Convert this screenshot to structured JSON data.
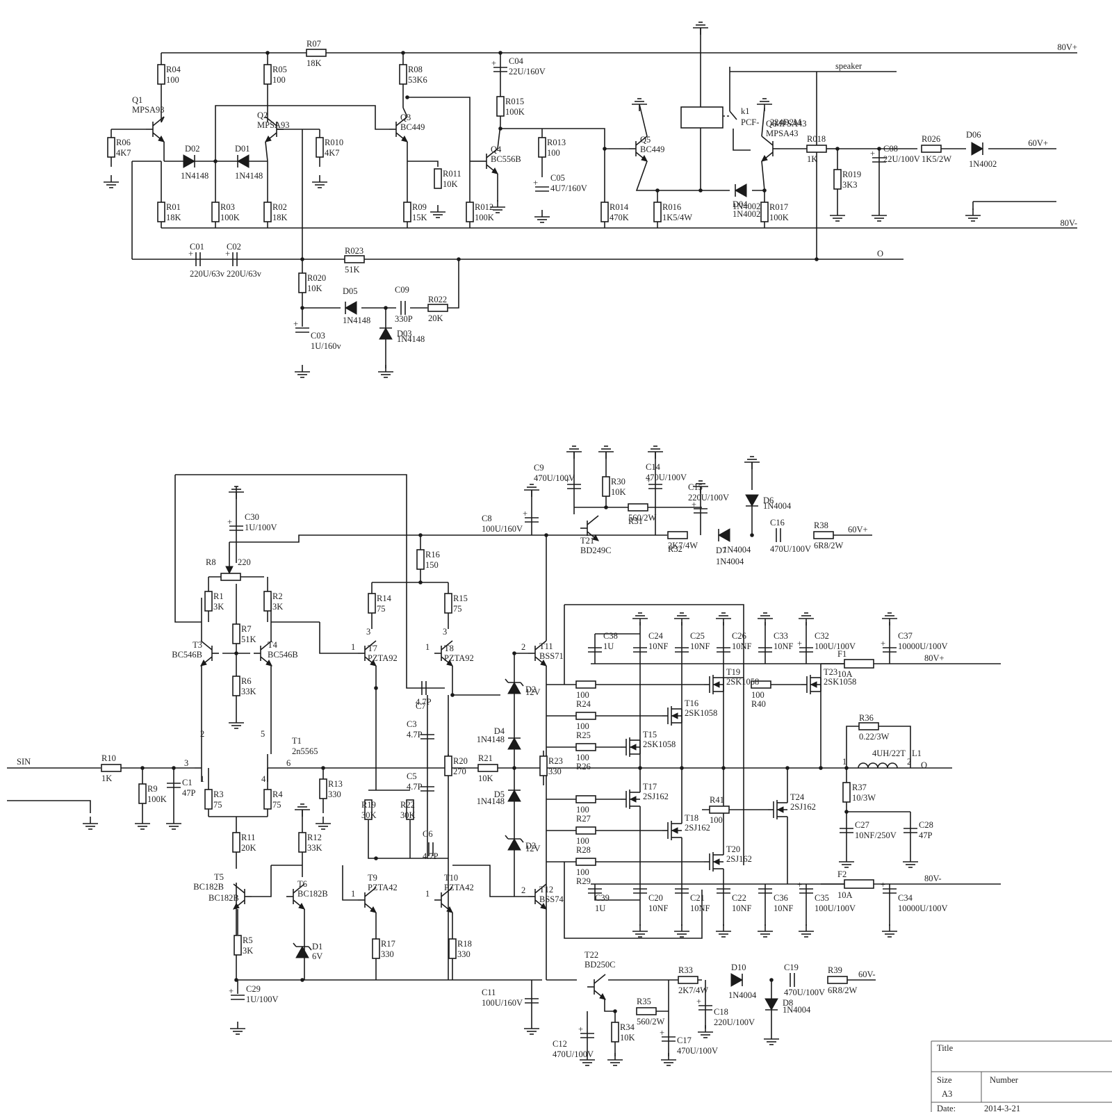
{
  "rails": {
    "top_pos": "80V+",
    "top_neg": "80V-",
    "top_60": "60V+",
    "top_out": "O",
    "speaker": "speaker",
    "bot_pos": "80V+",
    "bot_neg": "80V-",
    "bot_60p": "60V+",
    "bot_60n": "60V-",
    "sin": "SIN",
    "out": "O"
  },
  "title_block": {
    "title_label": "Title",
    "size_label": "Size",
    "size_value": "A3",
    "number_label": "Number",
    "date_label": "Date:",
    "date_value": "2014-3-21"
  },
  "relay": {
    "ref": "k1",
    "part": "PCF-",
    "part2": "224D2M"
  },
  "resistors": [
    {
      "ref": "R04",
      "val": "100"
    },
    {
      "ref": "R05",
      "val": "100"
    },
    {
      "ref": "R07",
      "val": "18K"
    },
    {
      "ref": "R08",
      "val": "53K6"
    },
    {
      "ref": "R06",
      "val": "4K7"
    },
    {
      "ref": "R010",
      "val": "4K7"
    },
    {
      "ref": "R015",
      "val": "100K"
    },
    {
      "ref": "R013",
      "val": "100"
    },
    {
      "ref": "R011",
      "val": "10K"
    },
    {
      "ref": "R01",
      "val": "18K"
    },
    {
      "ref": "R03",
      "val": "100K"
    },
    {
      "ref": "R02",
      "val": "18K"
    },
    {
      "ref": "R09",
      "val": "15K"
    },
    {
      "ref": "R012",
      "val": "100K"
    },
    {
      "ref": "R014",
      "val": "470K"
    },
    {
      "ref": "R016",
      "val": "1K5/4W"
    },
    {
      "ref": "R017",
      "val": "100K"
    },
    {
      "ref": "R018",
      "val": "1K"
    },
    {
      "ref": "R019",
      "val": "3K3"
    },
    {
      "ref": "R026",
      "val": "1K5/2W"
    },
    {
      "ref": "R023",
      "val": "51K"
    },
    {
      "ref": "R020",
      "val": "10K"
    },
    {
      "ref": "R022",
      "val": "20K"
    },
    {
      "ref": "R8",
      "val": "220"
    },
    {
      "ref": "R1",
      "val": "3K"
    },
    {
      "ref": "R2",
      "val": "3K"
    },
    {
      "ref": "R7",
      "val": "51K"
    },
    {
      "ref": "R6",
      "val": "33K"
    },
    {
      "ref": "R16",
      "val": "150"
    },
    {
      "ref": "R14",
      "val": "75"
    },
    {
      "ref": "R15",
      "val": "75"
    },
    {
      "ref": "R30",
      "val": "10K"
    },
    {
      "ref": "R31",
      "val": "560/2W"
    },
    {
      "ref": "R32",
      "val": "2K7/4W"
    },
    {
      "ref": "R38",
      "val": "6R8/2W"
    },
    {
      "ref": "R10",
      "val": "1K"
    },
    {
      "ref": "R9",
      "val": "100K"
    },
    {
      "ref": "R3",
      "val": "75"
    },
    {
      "ref": "R4",
      "val": "75"
    },
    {
      "ref": "R13",
      "val": "330"
    },
    {
      "ref": "R11",
      "val": "20K"
    },
    {
      "ref": "R12",
      "val": "33K"
    },
    {
      "ref": "R5",
      "val": "3K"
    },
    {
      "ref": "R19",
      "val": "30K"
    },
    {
      "ref": "R22",
      "val": "30K"
    },
    {
      "ref": "R20",
      "val": "270"
    },
    {
      "ref": "R21",
      "val": "10K"
    },
    {
      "ref": "R23",
      "val": "330"
    },
    {
      "ref": "R17",
      "val": "330"
    },
    {
      "ref": "R18",
      "val": "330"
    },
    {
      "ref": "R24",
      "val": "100"
    },
    {
      "ref": "R25",
      "val": "100"
    },
    {
      "ref": "R26",
      "val": "100"
    },
    {
      "ref": "R27",
      "val": "100"
    },
    {
      "ref": "R28",
      "val": "100"
    },
    {
      "ref": "R29",
      "val": "100"
    },
    {
      "ref": "R40",
      "val": "100"
    },
    {
      "ref": "R41",
      "val": "100"
    },
    {
      "ref": "R36",
      "val": "0.22/3W"
    },
    {
      "ref": "R37",
      "val": "10/3W"
    },
    {
      "ref": "R33",
      "val": "2K7/4W"
    },
    {
      "ref": "R35",
      "val": "560/2W"
    },
    {
      "ref": "R34",
      "val": "10K"
    },
    {
      "ref": "R39",
      "val": "6R8/2W"
    }
  ],
  "capacitors": [
    {
      "ref": "C04",
      "val": "22U/160V"
    },
    {
      "ref": "C05",
      "val": "4U7/160V"
    },
    {
      "ref": "C08",
      "val": "22U/100V"
    },
    {
      "ref": "C01",
      "val": "220U/63v"
    },
    {
      "ref": "C02",
      "val": "220U/63v"
    },
    {
      "ref": "C09",
      "val": "330P"
    },
    {
      "ref": "C03",
      "val": "1U/160v"
    },
    {
      "ref": "C30",
      "val": "1U/100V"
    },
    {
      "ref": "C9",
      "val": "470U/100V"
    },
    {
      "ref": "C14",
      "val": "470U/100V"
    },
    {
      "ref": "C8",
      "val": "100U/160V"
    },
    {
      "ref": "C15",
      "val": "220U/100V"
    },
    {
      "ref": "C16",
      "val": "470U/100V"
    },
    {
      "ref": "C1",
      "val": "47P"
    },
    {
      "ref": "C7",
      "val": "4.7P"
    },
    {
      "ref": "C3",
      "val": "4.7P"
    },
    {
      "ref": "C5",
      "val": "4.7P"
    },
    {
      "ref": "C6",
      "val": "4.7P"
    },
    {
      "ref": "C38",
      "val": "1U"
    },
    {
      "ref": "C24",
      "val": "10NF"
    },
    {
      "ref": "C25",
      "val": "10NF"
    },
    {
      "ref": "C26",
      "val": "10NF"
    },
    {
      "ref": "C33",
      "val": "10NF"
    },
    {
      "ref": "C32",
      "val": "100U/100V"
    },
    {
      "ref": "C37",
      "val": "10000U/100V"
    },
    {
      "ref": "C39",
      "val": "1U"
    },
    {
      "ref": "C20",
      "val": "10NF"
    },
    {
      "ref": "C21",
      "val": "10NF"
    },
    {
      "ref": "C22",
      "val": "10NF"
    },
    {
      "ref": "C36",
      "val": "10NF"
    },
    {
      "ref": "C35",
      "val": "100U/100V"
    },
    {
      "ref": "C34",
      "val": "10000U/100V"
    },
    {
      "ref": "C27",
      "val": "10NF/250V"
    },
    {
      "ref": "C28",
      "val": "47P"
    },
    {
      "ref": "C29",
      "val": "1U/100V"
    },
    {
      "ref": "C11",
      "val": "100U/160V"
    },
    {
      "ref": "C12",
      "val": "470U/100V"
    },
    {
      "ref": "C17",
      "val": "470U/100V"
    },
    {
      "ref": "C18",
      "val": "220U/100V"
    },
    {
      "ref": "C19",
      "val": "470U/100V"
    }
  ],
  "diodes": [
    {
      "ref": "D02",
      "val": "1N4148"
    },
    {
      "ref": "D01",
      "val": "1N4148"
    },
    {
      "ref": "D04",
      "val": "1N4002"
    },
    {
      "ref": "D06",
      "val": "1N4002"
    },
    {
      "ref": "D05",
      "val": "1N4148"
    },
    {
      "ref": "D03",
      "val": "1N4148"
    },
    {
      "ref": "D6",
      "val": "1N4004"
    },
    {
      "ref": "D7",
      "val": "1N4004"
    },
    {
      "ref": "D2",
      "val": "12V"
    },
    {
      "ref": "D4",
      "val": "1N4148"
    },
    {
      "ref": "D5",
      "val": "1N4148"
    },
    {
      "ref": "D3",
      "val": "12V"
    },
    {
      "ref": "D1",
      "val": "6V"
    },
    {
      "ref": "D10",
      "val": "1N4004"
    },
    {
      "ref": "D8",
      "val": "1N4004"
    }
  ],
  "transistors": [
    {
      "ref": "Q1",
      "part": "MPSA93"
    },
    {
      "ref": "Q2",
      "part": "MPSA93"
    },
    {
      "ref": "Q3",
      "part": "BC449"
    },
    {
      "ref": "Q4",
      "part": "BC556B"
    },
    {
      "ref": "Q5",
      "part": "BC449"
    },
    {
      "ref": "Q6",
      "part": "MPSA43"
    },
    {
      "ref": "T3",
      "part": "BC546B"
    },
    {
      "ref": "T4",
      "part": "BC546B"
    },
    {
      "ref": "T1",
      "part": "2n5565"
    },
    {
      "ref": "T5",
      "part": "BC182B"
    },
    {
      "ref": "T6",
      "part": "BC182B"
    },
    {
      "ref": "T7",
      "part": "PZTA92"
    },
    {
      "ref": "T8",
      "part": "PZTA92"
    },
    {
      "ref": "T9",
      "part": "PZTA42"
    },
    {
      "ref": "T10",
      "part": "PZTA42"
    },
    {
      "ref": "T11",
      "part": "BSS71"
    },
    {
      "ref": "T12",
      "part": "BSS74"
    },
    {
      "ref": "T21",
      "part": "BD249C"
    },
    {
      "ref": "T22",
      "part": "BD250C"
    },
    {
      "ref": "T19",
      "part": "2SK1058"
    },
    {
      "ref": "T16",
      "part": "2SK1058"
    },
    {
      "ref": "T15",
      "part": "2SK1058"
    },
    {
      "ref": "T23",
      "part": "2SK1058"
    },
    {
      "ref": "T17",
      "part": "2SJ162"
    },
    {
      "ref": "T18",
      "part": "2SJ162"
    },
    {
      "ref": "T20",
      "part": "2SJ162"
    },
    {
      "ref": "T24",
      "part": "2SJ162"
    }
  ],
  "fuses": [
    {
      "ref": "F1",
      "val": "10A"
    },
    {
      "ref": "F2",
      "val": "10A"
    }
  ],
  "inductor": {
    "ref": "L1",
    "val": "4UH/22T"
  }
}
